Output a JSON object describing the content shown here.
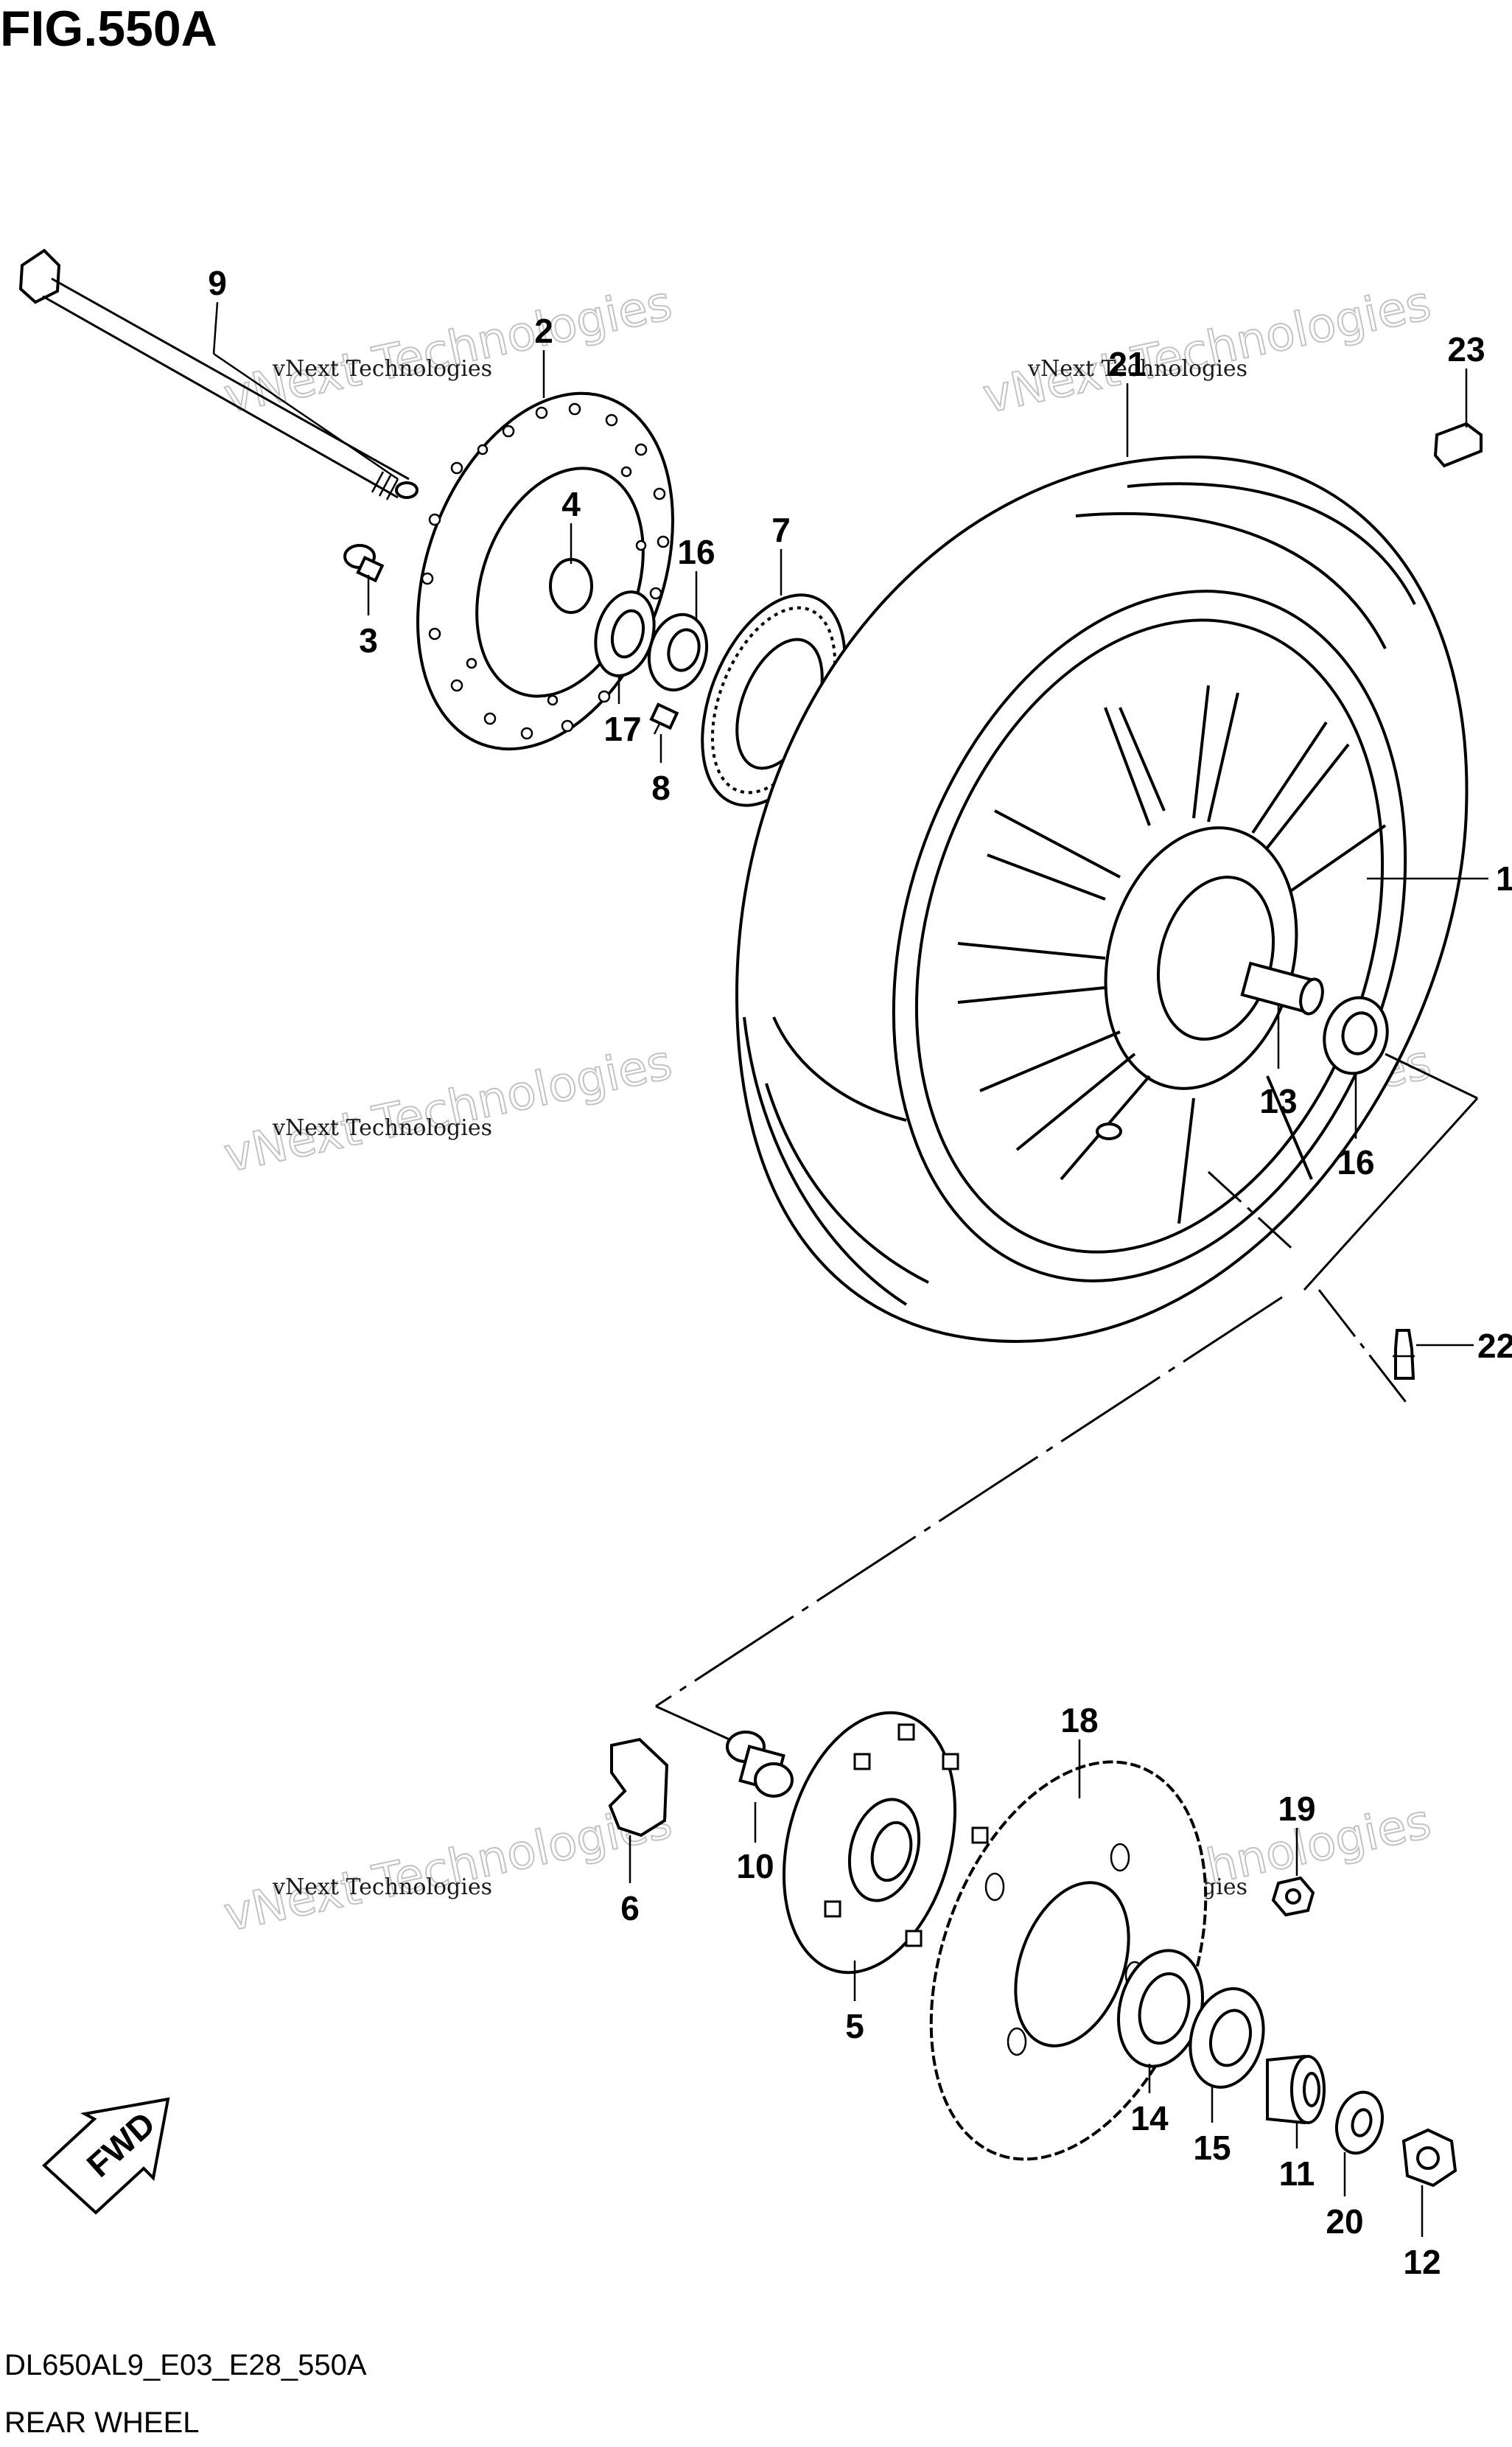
{
  "figure": {
    "title": "FIG.550A",
    "code": "DL650AL9_E03_E28_550A",
    "name": "REAR WHEEL",
    "fwd_label": "FWD"
  },
  "watermark": {
    "line1": "vNext Technologies",
    "line2": "vNext Technologies"
  },
  "callouts": [
    "9",
    "2",
    "21",
    "23",
    "4",
    "3",
    "16",
    "7",
    "17",
    "8",
    "1",
    "13",
    "16",
    "22",
    "18",
    "19",
    "10",
    "6",
    "5",
    "14",
    "15",
    "11",
    "20",
    "12"
  ]
}
